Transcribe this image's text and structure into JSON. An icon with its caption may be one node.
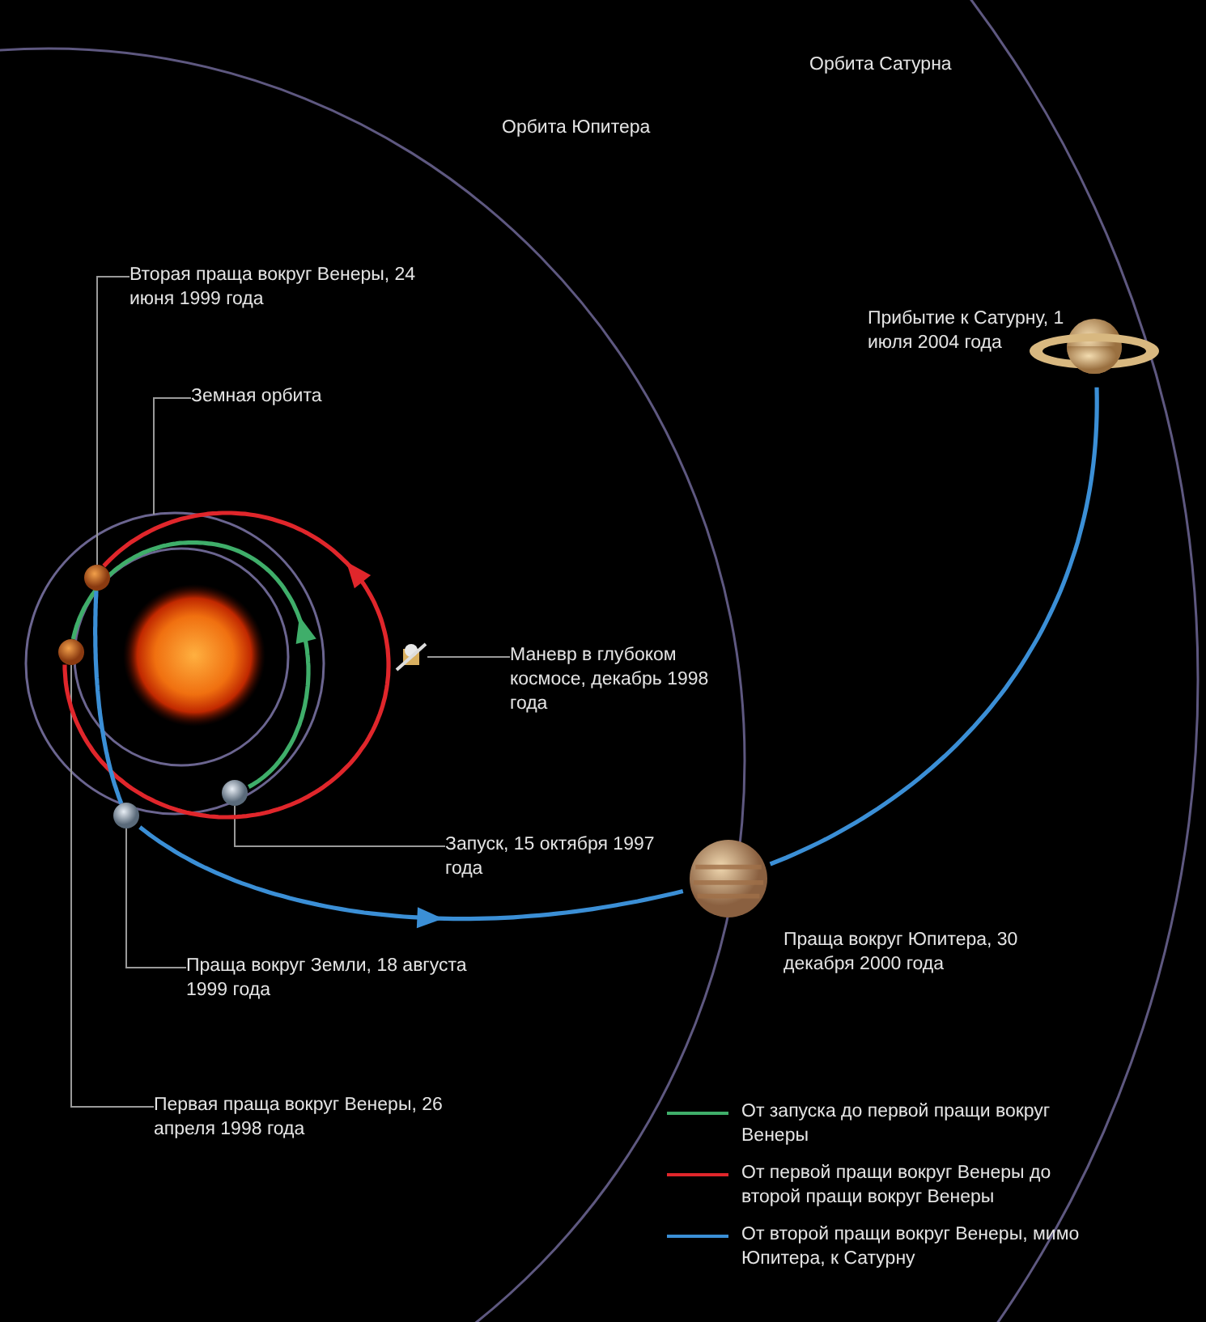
{
  "diagram": {
    "nodes": [
      {
        "text": [
          "Вторая праща вокруг Венеры, 24 июня 1999 года"
        ]
      },
      {
        "text": [],
        "shape": "picture"
      },
      {
        "text": [
          "Земная орбита"
        ]
      },
      {
        "text": [
          "Маневр в глубоком космосе, декабрь 1998 года"
        ]
      },
      {
        "text": [],
        "shape": "picture"
      },
      {
        "text": [
          "Запуск, 15 октября 1997 года"
        ]
      },
      {
        "text": [],
        "shape": "picture"
      },
      {
        "text": [
          "Праща вокруг Земли, 18 августа 1999 года"
        ]
      },
      {
        "text": [],
        "shape": "picture"
      },
      {
        "text": [
          "Первая праща вокруг Венеры, 26 апреля 1998 года"
        ]
      },
      {
        "text": [],
        "shape": "picture"
      },
      {
        "text": [],
        "shape": "picture",
        "beside": [
          "Прибытие к Сатурну, 1 июля 2004 года"
        ]
      },
      {
        "text": [],
        "shape": "picture",
        "beside": [
          "Праща вокруг Юпитера, 30 декабря 2000 года"
        ]
      }
    ],
    "edges": [
      {
        "from": 0,
        "to": 1,
        "arrow": "none"
      },
      {
        "from": 2,
        "to": null,
        "arrow": "none"
      },
      {
        "from": 3,
        "to": 4,
        "arrow": "none"
      },
      {
        "from": 5,
        "to": 6,
        "arrow": "none"
      },
      {
        "from": 7,
        "to": 8,
        "arrow": "none"
      },
      {
        "from": 9,
        "to": 10,
        "arrow": "none"
      },
      {
        "from": 6,
        "to": 10,
        "arrow": "to",
        "style": "thick",
        "color": "#3fae6a"
      },
      {
        "from": 10,
        "to": 1,
        "arrow": "to",
        "style": "thick",
        "color": "#e0262b"
      },
      {
        "from": 1,
        "to": 8,
        "arrow": "none",
        "style": "thick",
        "color": "#3b8fd6"
      },
      {
        "from": 8,
        "to": 12,
        "arrow": "to",
        "style": "thick",
        "color": "#3b8fd6"
      },
      {
        "from": 12,
        "to": 11,
        "arrow": "none",
        "style": "thick",
        "color": "#3b8fd6"
      }
    ],
    "labels": [
      "Орбита Сатурна",
      "Орбита Юпитера"
    ],
    "legend": [
      {
        "text": "От запуска до первой пращи вокруг Венеры",
        "color": "#3fae6a"
      },
      {
        "text": "От первой пращи вокруг Венеры до второй пращи вокруг Венеры",
        "color": "#e0262b"
      },
      {
        "text": "От второй пращи вокруг Венеры, мимо Юпитера, к Сатурну",
        "color": "#3b8fd6"
      }
    ]
  }
}
